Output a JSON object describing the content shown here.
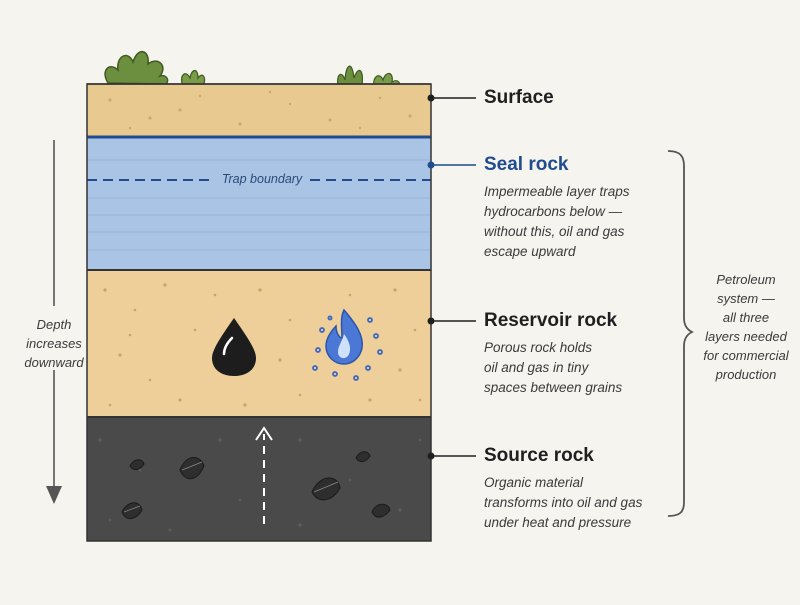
{
  "layers": {
    "surface": {
      "title": "Surface"
    },
    "seal": {
      "title": "Seal rock",
      "trap_label": "Trap boundary",
      "desc": [
        "Impermeable layer traps",
        "hydrocarbons below —",
        "without this, oil and gas",
        "escape upward"
      ]
    },
    "reservoir": {
      "title": "Reservoir rock",
      "desc": [
        "Porous rock holds",
        "oil and gas in tiny",
        "spaces between grains"
      ]
    },
    "source": {
      "title": "Source rock",
      "desc": [
        "Organic material",
        "transforms into oil and gas",
        "under heat and pressure"
      ]
    }
  },
  "depth_note": [
    "Depth",
    "increases",
    "downward"
  ],
  "system_note": [
    "Petroleum",
    "system —",
    "all three",
    "layers needed",
    "for commercial",
    "production"
  ],
  "colors": {
    "surface": "#e8c98f",
    "seal": "#a9c4e4",
    "seal_line": "#1f4c8f",
    "reservoir": "#efcf99",
    "source": "#4a4a4a",
    "text": "#222222",
    "accent": "#1f4c8f"
  },
  "icons": [
    "oil-drop-icon",
    "gas-flame-icon",
    "leaf-fossil-icon",
    "plant-icon",
    "up-arrow-icon",
    "down-arrow-icon"
  ]
}
